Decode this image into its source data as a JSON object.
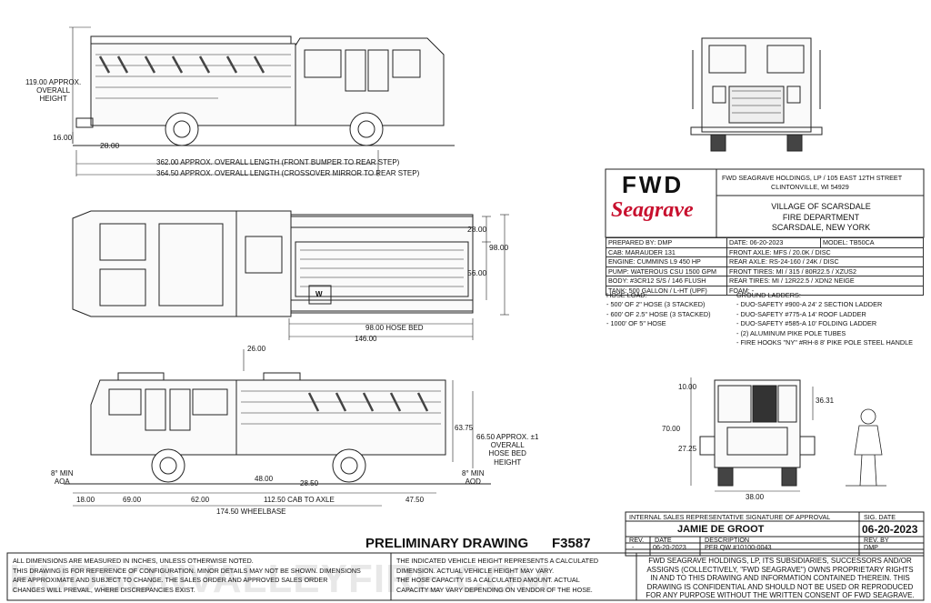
{
  "dimensions": {
    "side_top": {
      "height": "119.00 APPROX.\nOVERALL\nHEIGHT",
      "height_l1": "119.00 APPROX.",
      "height_l2": "OVERALL",
      "height_l3": "HEIGHT",
      "step": "16.00",
      "bumper": "28.00",
      "length1": "362.00 APPROX. OVERALL LENGTH (FRONT BUMPER TO REAR STEP)",
      "length2": "364.50 APPROX. OVERALL LENGTH (CROSSOVER MIRROR TO REAR STEP)"
    },
    "plan": {
      "d28": "28.00",
      "d98": "98.00",
      "d56": "56.00",
      "hose_bed": "98.00 HOSE BED",
      "d146": "146.00",
      "w_label": "W"
    },
    "side_bottom": {
      "d26": "26.00",
      "d6375": "63.75",
      "hose_bed_height_l1": "66.50 APPROX. ±1",
      "hose_bed_height_l2": "OVERALL",
      "hose_bed_height_l3": "HOSE BED",
      "hose_bed_height_l4": "HEIGHT",
      "aoa_l1": "8° MIN",
      "aoa_l2": "AOA",
      "aod_l1": "8° MIN",
      "aod_l2": "AOD",
      "d18": "18.00",
      "d69": "69.00",
      "d62": "62.00",
      "d48": "48.00",
      "d2850": "28.50",
      "cab_to_axle": "112.50 CAB TO AXLE",
      "d4750": "47.50",
      "wheelbase": "174.50 WHEELBASE"
    },
    "rear": {
      "d10": "10.00",
      "d3631": "36.31",
      "d70": "70.00",
      "d2725": "27.25",
      "d38": "38.00"
    }
  },
  "brand": {
    "fwd": "FWD",
    "seagrave": "Seagrave",
    "address_l1": "FWD SEAGRAVE HOLDINGS, LP / 105 EAST 12TH STREET",
    "address_l2": "CLINTONVILLE, WI 54929"
  },
  "customer": {
    "l1": "VILLAGE OF SCARSDALE",
    "l2": "FIRE DEPARTMENT",
    "l3": "SCARSDALE, NEW YORK"
  },
  "specs": {
    "prepared_by": "PREPARED BY:  DMP",
    "date": "DATE:  06-20-2023",
    "model": "MODEL:  TB50CA",
    "cab": "CAB:  MARAUDER 131",
    "front_axle": "FRONT AXLE:  MFS / 20.0K / DISC",
    "engine": "ENGINE:  CUMMINS L9 450 HP",
    "rear_axle": "REAR AXLE:  RS-24-160 / 24K / DISC",
    "pump": "PUMP:  WATEROUS CSU 1500 GPM",
    "front_tires": "FRONT TIRES:  MI / 315 / 80R22.5 / XZUS2",
    "body": "BODY:  #3CR12 S/S / 146 FLUSH",
    "rear_tires": "REAR TIRES:  MI / 12R22.5 / XDN2 NEIGE",
    "tank": "TANK:  500 GALLON / L-HT (UPF)",
    "foam": "FOAM:  -"
  },
  "hose_load": {
    "title": "HOSE LOAD:",
    "items": [
      "- 500' OF 2\" HOSE (3 STACKED)",
      "- 600' OF 2.5\" HOSE (3 STACKED)",
      "- 1000' OF 5\" HOSE"
    ]
  },
  "ground_ladders": {
    "title": "GROUND LADDERS:",
    "items": [
      "- DUO-SAFETY #900-A 24' 2 SECTION LADDER",
      "- DUO-SAFETY #775-A 14' ROOF LADDER",
      "- DUO-SAFETY #585-A 10' FOLDING LADDER",
      "- (2) ALUMINUM PIKE POLE TUBES",
      "- FIRE HOOKS \"NY\" #RH-8 8' PIKE POLE STEEL HANDLE"
    ]
  },
  "signature": {
    "header": "INTERNAL SALES REPRESENTATIVE SIGNATURE OF APPROVAL",
    "sig_date_header": "SIG. DATE",
    "name": "JAMIE DE GROOT",
    "sig_date": "06-20-2023",
    "rev": "REV.",
    "date": "DATE",
    "description": "DESCRIPTION",
    "rev_by": "REV. BY",
    "row_rev": "-",
    "row_date": "06-20-2023",
    "row_desc": "PER QW #10100-0043",
    "row_by": "DMP"
  },
  "drawing": {
    "title": "PRELIMINARY DRAWING",
    "number": "F3587"
  },
  "notes": {
    "left_l1": "ALL DIMENSIONS ARE MEASURED IN INCHES, UNLESS OTHERWISE NOTED.",
    "left_l2": "THIS DRAWING IS FOR REFERENCE OF CONFIGURATION. MINOR DETAILS MAY NOT BE SHOWN. DIMENSIONS",
    "left_l3": "ARE APPROXIMATE AND SUBJECT TO CHANGE. THE SALES ORDER AND APPROVED SALES ORDER",
    "left_l4": "CHANGES WILL PREVAIL, WHERE DISCREPANCIES EXIST.",
    "mid_l1": "THE INDICATED VEHICLE HEIGHT REPRESENTS A CALCULATED",
    "mid_l2": "DIMENSION. ACTUAL VEHICLE HEIGHT MAY VARY.",
    "mid_l3": "THE HOSE CAPACITY IS A CALCULATED AMOUNT.  ACTUAL",
    "mid_l4": "CAPACITY MAY VARY DEPENDING ON  VENDOR OF THE HOSE.",
    "right_l1": "FWD SEAGRAVE HOLDINGS, LP, ITS SUBSIDIARIES, SUCCESSORS AND/OR",
    "right_l2": "ASSIGNS (COLLECTIVELY, \"FWD SEAGRAVE\") OWNS PROPRIETARY RIGHTS",
    "right_l3": "IN AND TO THIS DRAWING AND INFORMATION CONTAINED THEREIN. THIS",
    "right_l4": "DRAWING IS CONFIDENTIAL AND SHOULD NOT BE USED OR REPRODUCED",
    "right_l5": "FOR ANY PURPOSE WITHOUT THE WRITTEN CONSENT OF  FWD SEAGRAVE."
  },
  "watermark": "HUDSONVALLEYFIRE.COM",
  "colors": {
    "seagrave_red": "#c8102e",
    "line": "#222222"
  }
}
